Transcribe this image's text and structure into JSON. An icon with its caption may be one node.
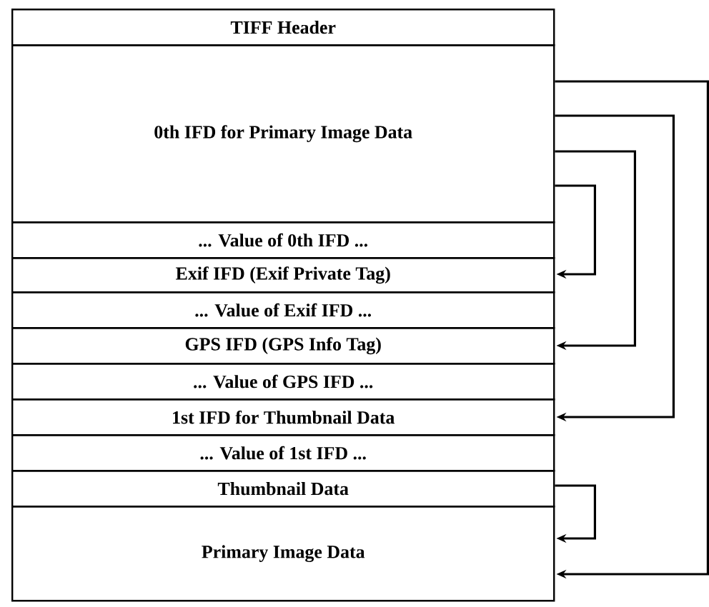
{
  "diagram": {
    "nodes": [
      {
        "text": [
          "TIFF Header"
        ]
      },
      {
        "text": [
          "0th IFD for Primary Image Data"
        ]
      },
      {
        "text": [
          "... Value of 0th IFD ..."
        ]
      },
      {
        "text": [
          "Exif IFD (Exif Private Tag)"
        ]
      },
      {
        "text": [
          "... Value of Exif IFD ..."
        ]
      },
      {
        "text": [
          "GPS IFD (GPS Info Tag)"
        ]
      },
      {
        "text": [
          "... Value of GPS IFD ..."
        ]
      },
      {
        "text": [
          "1st IFD for Thumbnail Data"
        ]
      },
      {
        "text": [
          "... Value of 1st IFD ..."
        ]
      },
      {
        "text": [
          "Thumbnail Data"
        ]
      },
      {
        "text": [
          "Primary Image Data"
        ]
      }
    ],
    "edges": [
      {
        "from": 1,
        "to": 10,
        "arrow": "to"
      },
      {
        "from": 1,
        "to": 7,
        "arrow": "to"
      },
      {
        "from": 1,
        "to": 5,
        "arrow": "to"
      },
      {
        "from": 1,
        "to": 3,
        "arrow": "to"
      },
      {
        "from": 9,
        "to": 10,
        "arrow": "to"
      }
    ]
  }
}
